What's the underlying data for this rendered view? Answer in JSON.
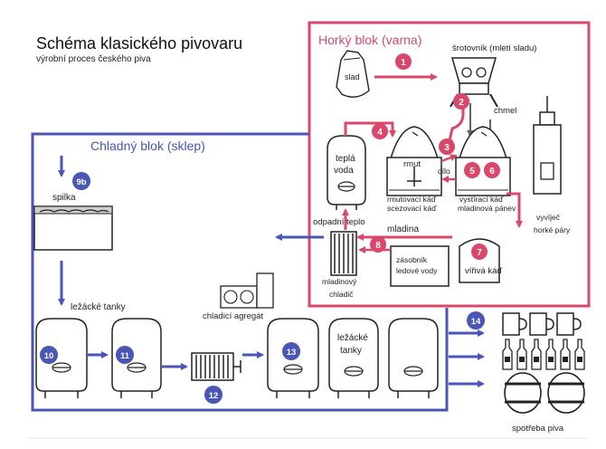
{
  "title": "Schéma klasického pivovaru",
  "subtitle": "výrobní proces českého piva",
  "hot_block": {
    "label": "Horký blok (varna)",
    "color": "#d9486a"
  },
  "cold_block": {
    "label": "Chladný blok (sklep)",
    "color": "#4a56b5"
  },
  "labels": {
    "slad": "slad",
    "mill": "šrotovník (mletí sladu)",
    "hops": "chmel",
    "warm_water_1": "teplá",
    "warm_water_2": "voda",
    "mash": "rmut",
    "mash_tun_1": "rmutovací káď",
    "mash_tun_2": "scezovací káď",
    "mash_flow": "dílo",
    "lauter_1": "vystírací káď",
    "lauter_2": "mladinová pánev",
    "steam_1": "vyvíječ",
    "steam_2": "horké páry",
    "waste_heat": "odpadní teplo",
    "wort": "mladina",
    "ice_1": "zásobník",
    "ice_2": "ledové vody",
    "whirlpool": "vířivá káď",
    "cooler_1": "mladinový",
    "cooler_2": "chladič",
    "fermenter": "spilka",
    "lager_tanks": "ležácké tanky",
    "chiller": "chladicí agregát",
    "lager_tanks_2a": "ležácké",
    "lager_tanks_2b": "tanky",
    "consumption": "spotřeba piva"
  },
  "steps": {
    "s1": "1",
    "s2": "2",
    "s3": "3",
    "s4": "4",
    "s5": "5",
    "s6": "6",
    "s7": "7",
    "s8": "8",
    "s9b": "9b",
    "s10": "10",
    "s11": "11",
    "s12": "12",
    "s13": "13",
    "s14": "14"
  },
  "colors": {
    "red_step": "#d9486a",
    "blue_step": "#4a56b5",
    "arrow_gray": "#666666"
  }
}
